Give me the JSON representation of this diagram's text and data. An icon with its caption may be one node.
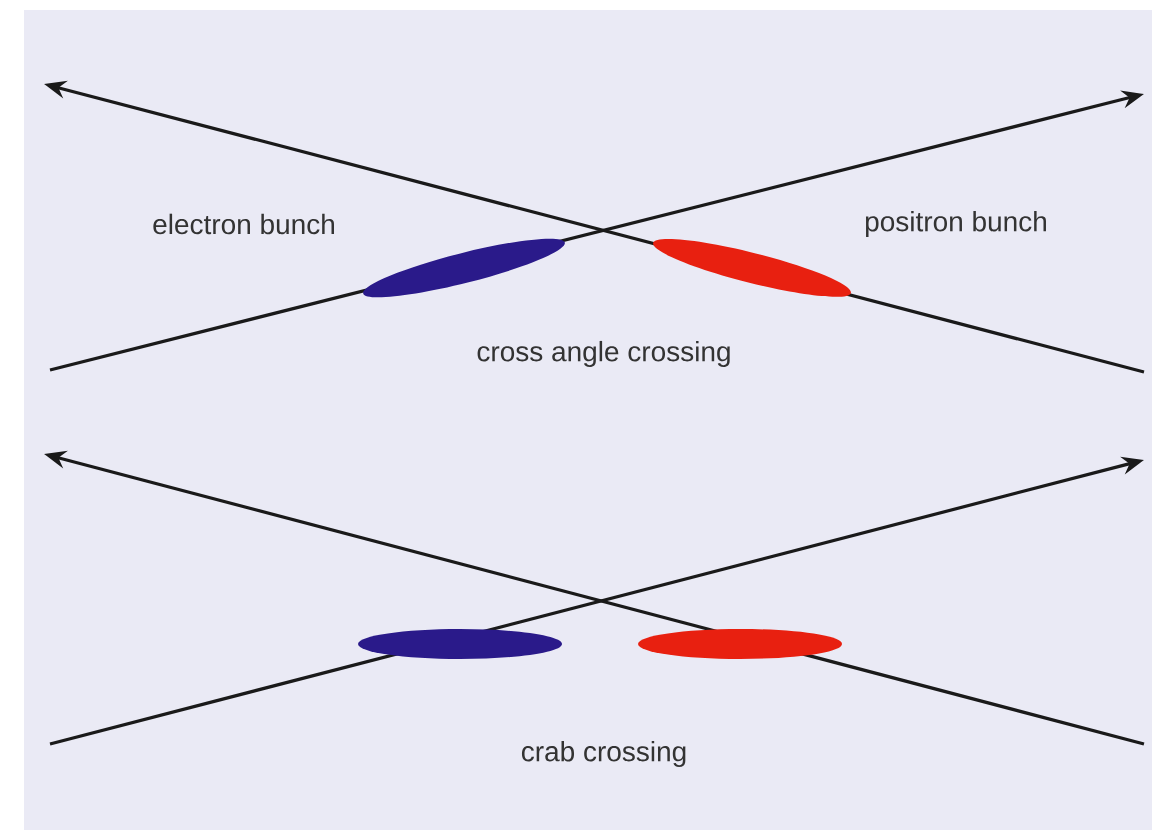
{
  "diagram": {
    "nodes": [
      {
        "text": [],
        "shape": "ellipse"
      },
      {
        "text": [],
        "shape": "ellipse"
      },
      {
        "text": [],
        "shape": "ellipse"
      },
      {
        "text": [],
        "shape": "ellipse"
      }
    ],
    "labels": [
      "electron bunch",
      "positron bunch",
      "cross angle crossing",
      "crab crossing"
    ]
  }
}
